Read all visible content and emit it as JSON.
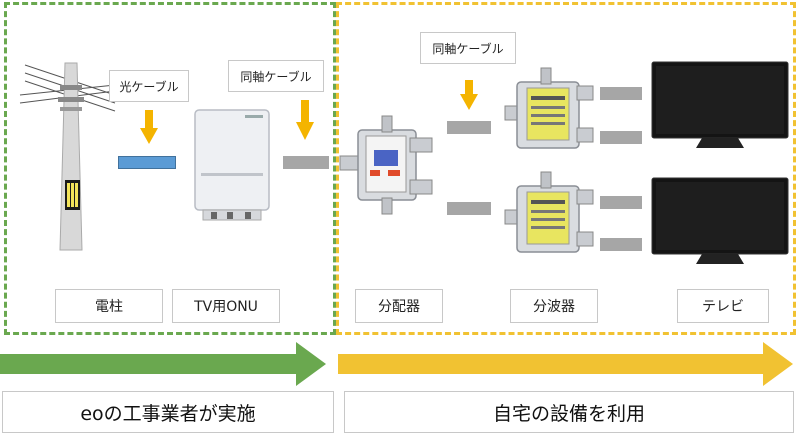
{
  "callouts": {
    "optical_cable": "光ケーブル",
    "coax_cable_onu": "同軸ケーブル",
    "coax_cable_splitter": "同軸ケーブル"
  },
  "devices": {
    "pole": "電柱",
    "onu": "TV用ONU",
    "splitter": "分配器",
    "demux": "分波器",
    "tv": "テレビ"
  },
  "responsibility": {
    "contractor": "eoの工事業者が実施",
    "customer": "自宅の設備を利用"
  },
  "colors": {
    "contractor_zone": "#6aa84f",
    "customer_zone": "#f1c232",
    "optical_cable": "#5b9bd5",
    "coax_cable": "#a6a6a6",
    "callout_arrow": "#f4b400"
  }
}
